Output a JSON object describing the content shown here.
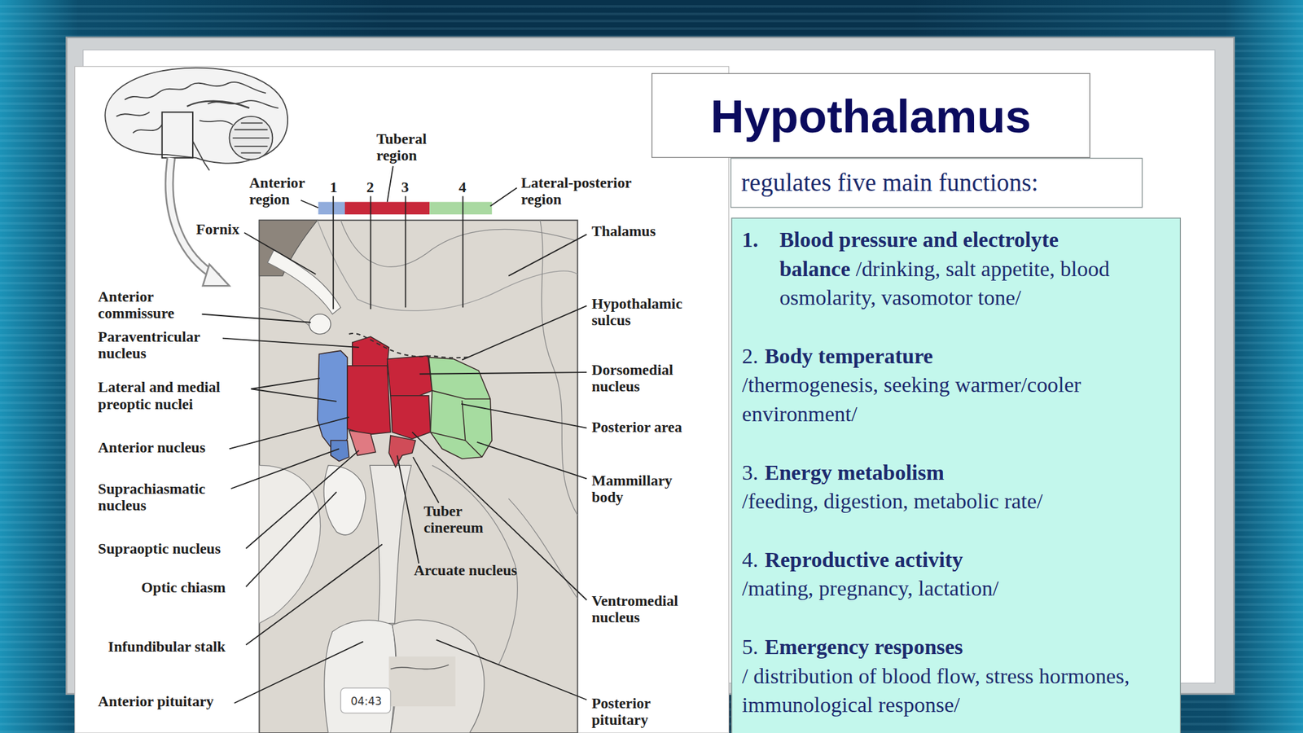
{
  "diagram": {
    "title": "Hypothalamus",
    "nodes": [
      {
        "text": [
          "regulates five main functions:"
        ]
      },
      {
        "text": [
          "1.",
          "Blood pressure and electrolyte balance",
          "/drinking, salt appetite, blood osmolarity, vasomotor tone/",
          "2.",
          "Body temperature",
          "/thermogenesis, seeking warmer/cooler environment/",
          "3.",
          "Energy metabolism",
          "/feeding, digestion, metabolic rate/",
          "4.",
          "Reproductive activity",
          "/mating, pregnancy, lactation/",
          "5.",
          "Emergency responses",
          "/ distribution of blood flow, stress hormones, immunological response/"
        ]
      }
    ],
    "labels": [
      "Tuberal region",
      "Anterior region",
      "1",
      "2",
      "3",
      "4",
      "Lateral-posterior region",
      "Fornix",
      "Thalamus",
      "Anterior commissure",
      "Hypothalamic sulcus",
      "Paraventricular nucleus",
      "Dorsomedial nucleus",
      "Lateral and medial preoptic nuclei",
      "Posterior area",
      "Anterior nucleus",
      "Mammillary body",
      "Suprachiasmatic nucleus",
      "Tuber cinereum",
      "Supraoptic nucleus",
      "Arcuate nucleus",
      "Optic chiasm",
      "Ventromedial nucleus",
      "Infundibular stalk",
      "Anterior pituitary",
      "04:43",
      "Posterior pituitary"
    ]
  }
}
